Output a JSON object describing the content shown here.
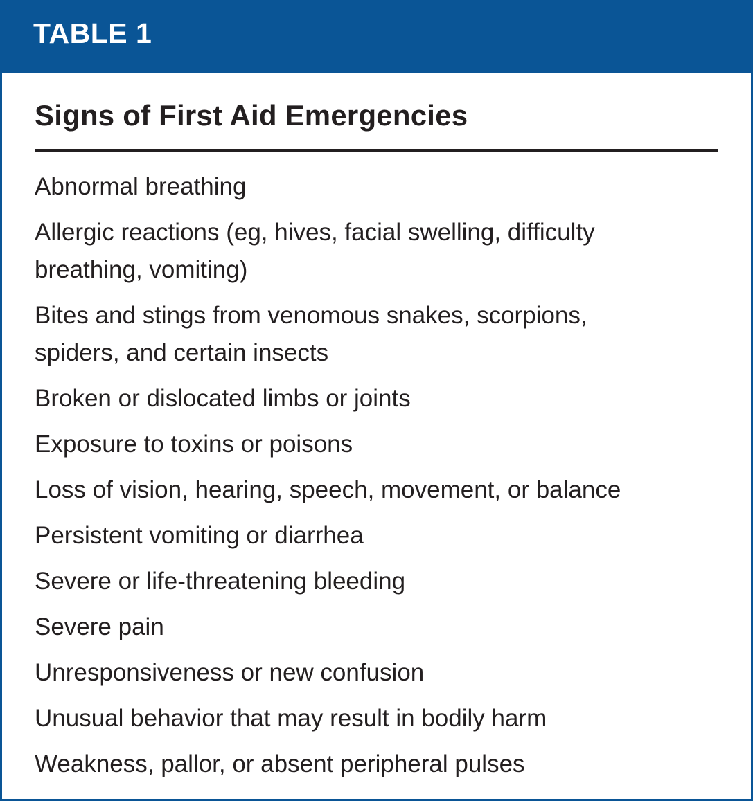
{
  "table": {
    "label": "TABLE 1",
    "title": "Signs of First Aid Emergencies",
    "items": [
      "Abnormal breathing",
      "Allergic reactions (eg, hives, facial swelling, difficulty breathing, vomiting)",
      "Bites and stings from venomous snakes, scorpions, spiders, and certain insects",
      "Broken or dislocated limbs or joints",
      "Exposure to toxins or poisons",
      "Loss of vision, hearing, speech, movement, or balance",
      "Persistent vomiting or diarrhea",
      "Severe or life-threatening bleeding",
      "Severe pain",
      "Unresponsiveness or new confusion",
      "Unusual behavior that may result in bodily harm",
      "Weakness, pallor, or absent peripheral pulses"
    ]
  },
  "colors": {
    "header_background": "#0a5596",
    "border": "#0a5596",
    "text": "#231f20",
    "header_text": "#ffffff"
  }
}
